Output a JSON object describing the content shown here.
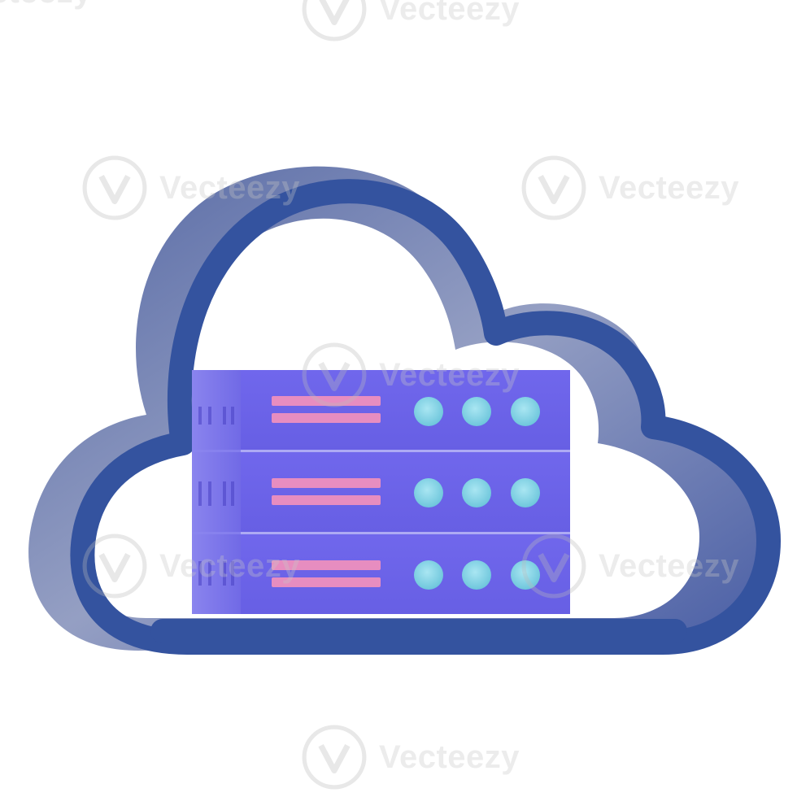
{
  "illustration": {
    "subject": "cloud-server-icon",
    "colors": {
      "cloud_outline": "#34539f",
      "cloud_inner_shade": "#6b79a8",
      "server_body": "#6c63e9",
      "server_side": "#8a84ee",
      "server_slot_line": "#e78dc0",
      "server_led": "#7fd2e6",
      "background": "#ffffff"
    },
    "server_units": 3,
    "leds_per_unit": 3
  },
  "watermark": {
    "text": "Vecteezy",
    "logo_glyph": "V"
  }
}
